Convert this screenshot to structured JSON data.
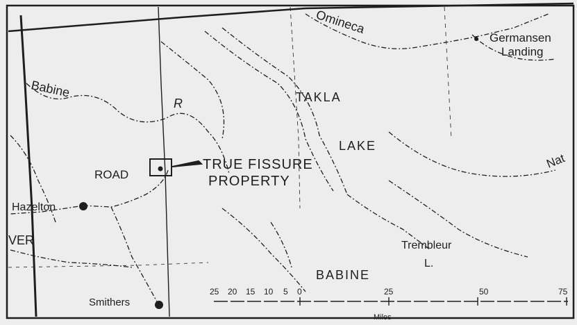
{
  "map": {
    "places": {
      "omineca": "Omineca",
      "germansen": "Germansen",
      "landing": "Landing",
      "babine_river": "Babine",
      "r": "R",
      "takla": "TAKLA",
      "lake": "LAKE",
      "nat": "Nat",
      "road": "ROAD",
      "true_fissure": "TRUE FISSURE",
      "property": "PROPERTY",
      "hazelton": "Hazelton",
      "ver": "VER",
      "trembleur": "Trembleur",
      "trembleur_l": "L.",
      "babine_lake": "BABINE",
      "smithers": "Smithers"
    },
    "scale": {
      "ticks": [
        "25",
        "20",
        "15",
        "10",
        "5",
        "0",
        "25",
        "50",
        "75"
      ],
      "unit": "Miles"
    },
    "colors": {
      "ink": "#1e1e1e",
      "paper": "#ededed"
    }
  }
}
